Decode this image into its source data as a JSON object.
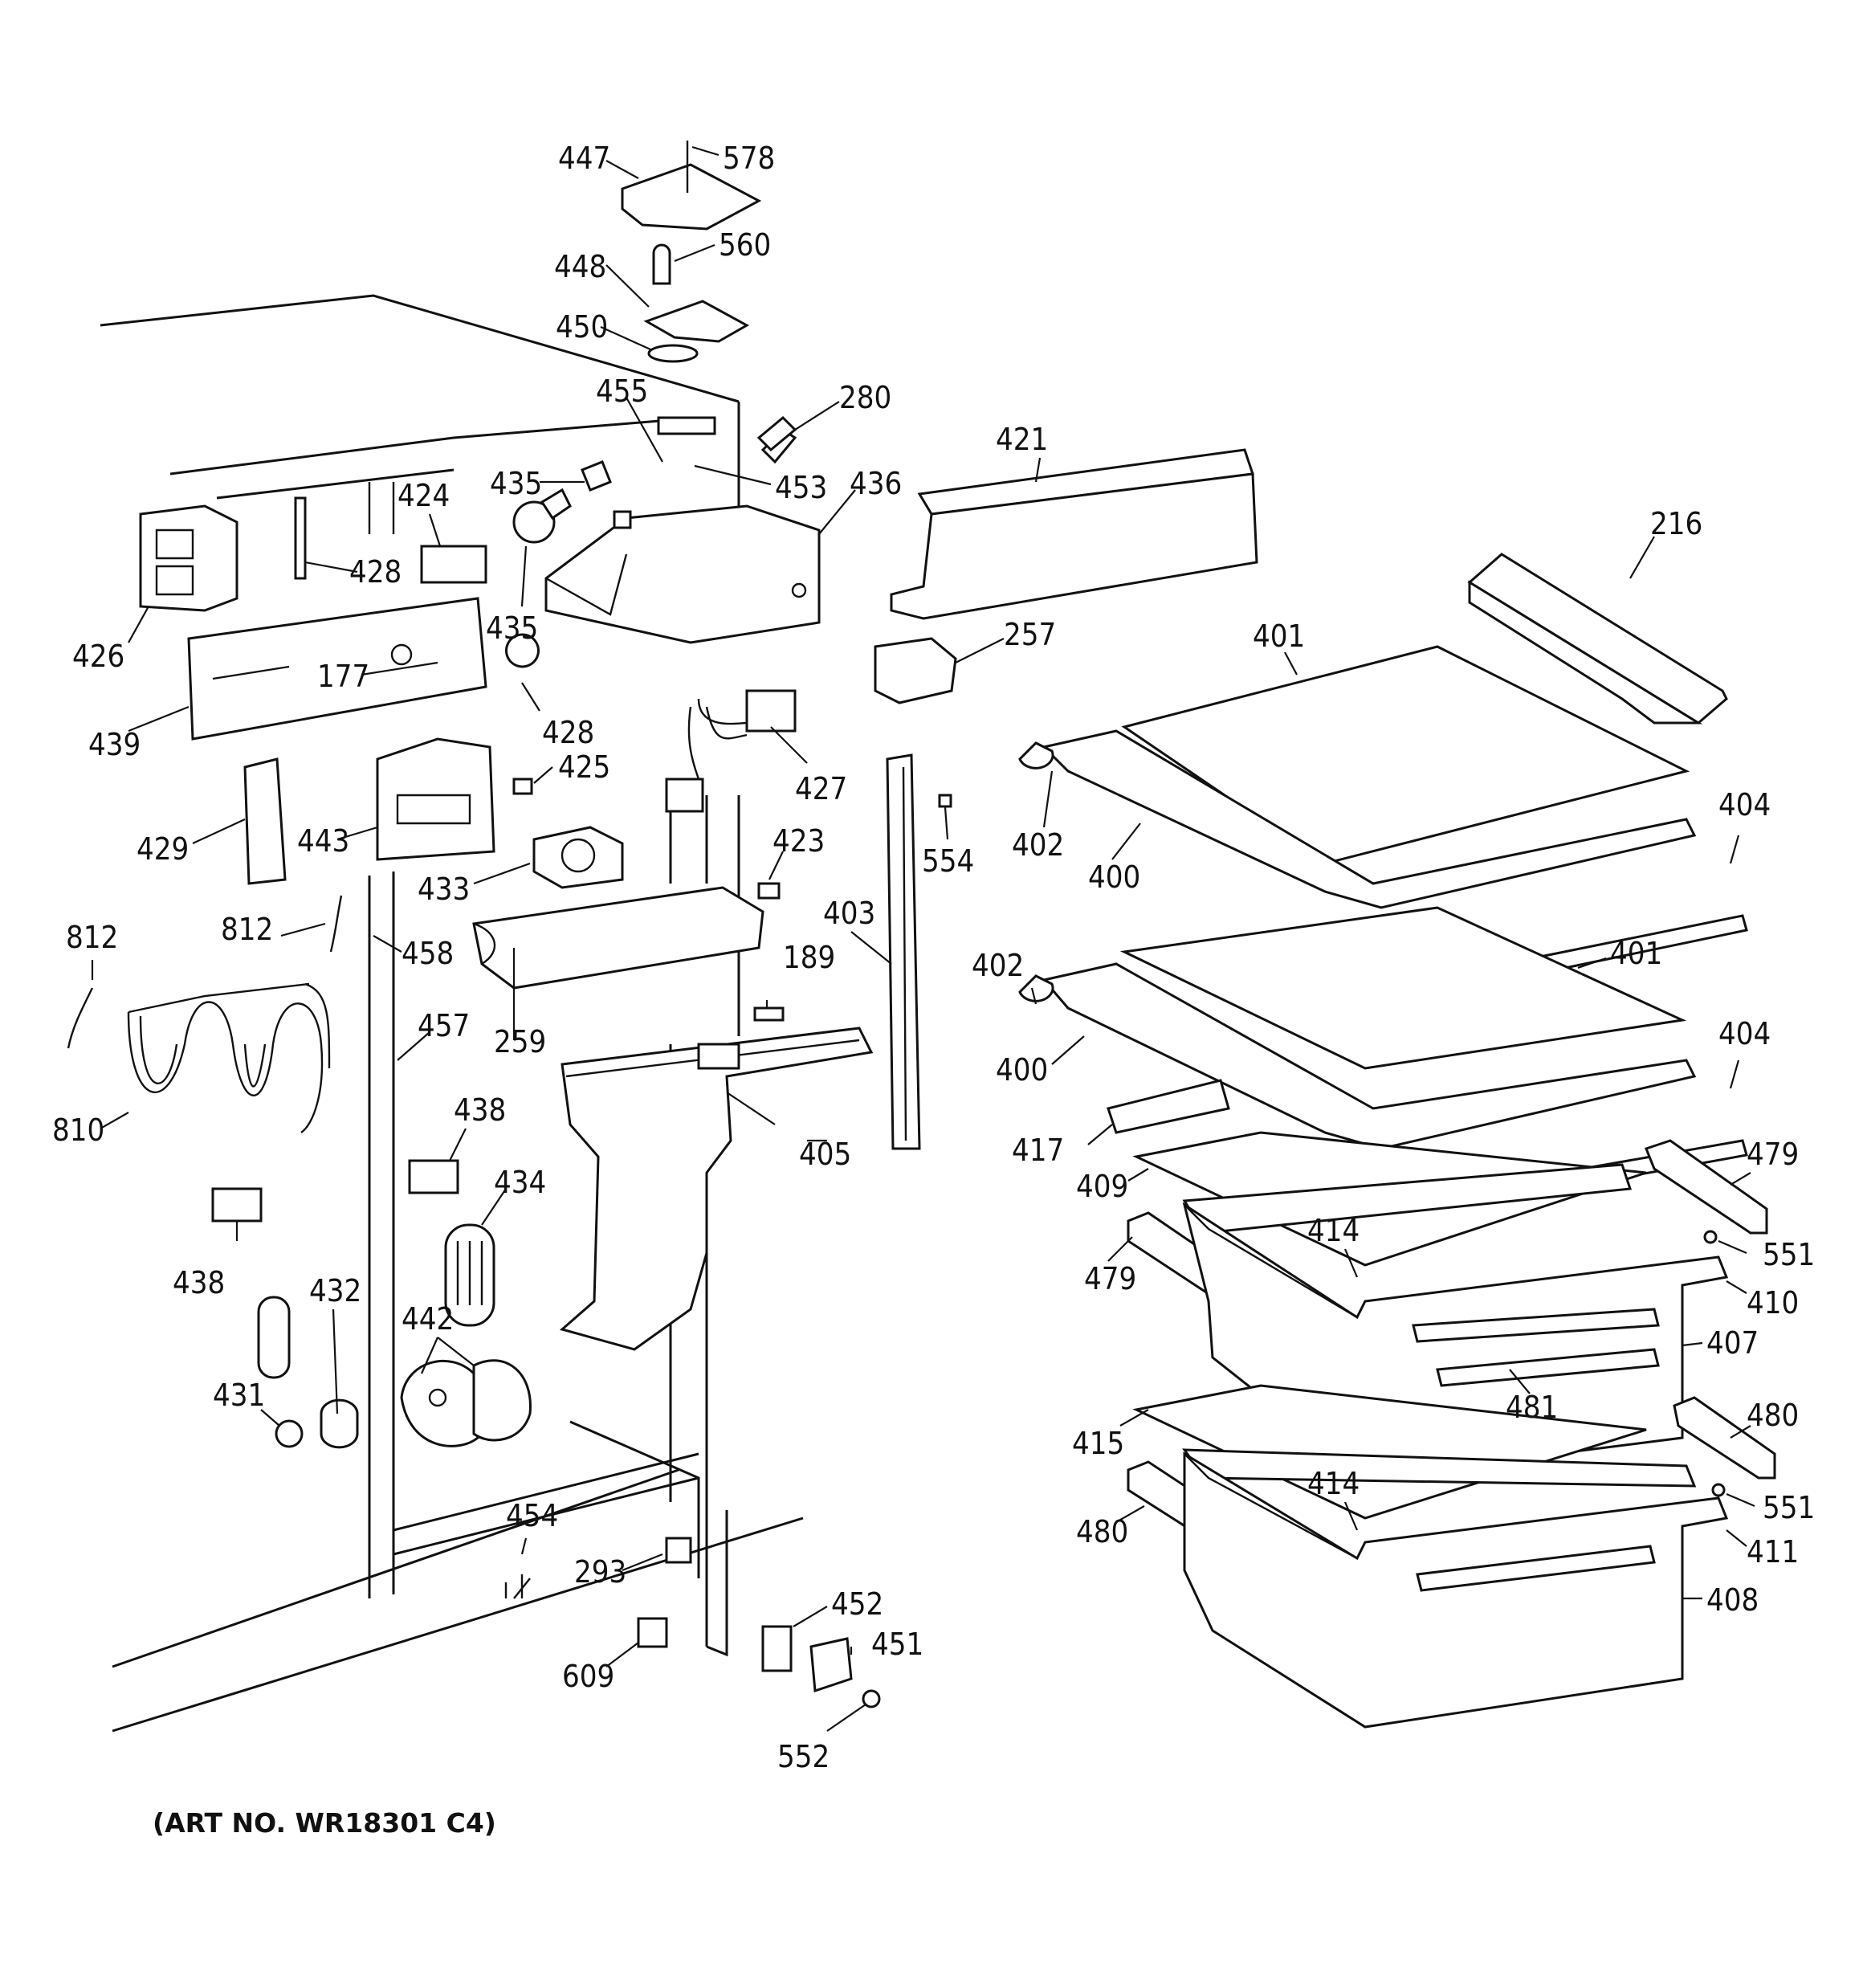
{
  "caption": "(ART NO. WR18301 C4)",
  "labels": [
    {
      "id": "l447",
      "text": "447"
    },
    {
      "id": "l578",
      "text": "578"
    },
    {
      "id": "l560",
      "text": "560"
    },
    {
      "id": "l448",
      "text": "448"
    },
    {
      "id": "l450",
      "text": "450"
    },
    {
      "id": "l455",
      "text": "455"
    },
    {
      "id": "l280",
      "text": "280"
    },
    {
      "id": "l453",
      "text": "453"
    },
    {
      "id": "l436",
      "text": "436"
    },
    {
      "id": "l435a",
      "text": "435"
    },
    {
      "id": "l435b",
      "text": "435"
    },
    {
      "id": "l424",
      "text": "424"
    },
    {
      "id": "l428a",
      "text": "428"
    },
    {
      "id": "l428b",
      "text": "428"
    },
    {
      "id": "l426",
      "text": "426"
    },
    {
      "id": "l177",
      "text": "177"
    },
    {
      "id": "l439",
      "text": "439"
    },
    {
      "id": "l425",
      "text": "425"
    },
    {
      "id": "l427",
      "text": "427"
    },
    {
      "id": "l429",
      "text": "429"
    },
    {
      "id": "l443",
      "text": "443"
    },
    {
      "id": "l433",
      "text": "433"
    },
    {
      "id": "l423",
      "text": "423"
    },
    {
      "id": "l421",
      "text": "421"
    },
    {
      "id": "l257",
      "text": "257"
    },
    {
      "id": "l554",
      "text": "554"
    },
    {
      "id": "l403",
      "text": "403"
    },
    {
      "id": "l216",
      "text": "216"
    },
    {
      "id": "l401a",
      "text": "401"
    },
    {
      "id": "l401b",
      "text": "401"
    },
    {
      "id": "l402a",
      "text": "402"
    },
    {
      "id": "l402b",
      "text": "402"
    },
    {
      "id": "l400a",
      "text": "400"
    },
    {
      "id": "l400b",
      "text": "400"
    },
    {
      "id": "l404a",
      "text": "404"
    },
    {
      "id": "l404b",
      "text": "404"
    },
    {
      "id": "l812a",
      "text": "812"
    },
    {
      "id": "l812b",
      "text": "812"
    },
    {
      "id": "l458",
      "text": "458"
    },
    {
      "id": "l457",
      "text": "457"
    },
    {
      "id": "l259",
      "text": "259"
    },
    {
      "id": "l189",
      "text": "189"
    },
    {
      "id": "l810",
      "text": "810"
    },
    {
      "id": "l438a",
      "text": "438"
    },
    {
      "id": "l438b",
      "text": "438"
    },
    {
      "id": "l434",
      "text": "434"
    },
    {
      "id": "l405",
      "text": "405"
    },
    {
      "id": "l417",
      "text": "417"
    },
    {
      "id": "l409",
      "text": "409"
    },
    {
      "id": "l479a",
      "text": "479"
    },
    {
      "id": "l479b",
      "text": "479"
    },
    {
      "id": "l414a",
      "text": "414"
    },
    {
      "id": "l414b",
      "text": "414"
    },
    {
      "id": "l551a",
      "text": "551"
    },
    {
      "id": "l551b",
      "text": "551"
    },
    {
      "id": "l410",
      "text": "410"
    },
    {
      "id": "l407",
      "text": "407"
    },
    {
      "id": "l481",
      "text": "481"
    },
    {
      "id": "l432",
      "text": "432"
    },
    {
      "id": "l442",
      "text": "442"
    },
    {
      "id": "l431",
      "text": "431"
    },
    {
      "id": "l415",
      "text": "415"
    },
    {
      "id": "l480a",
      "text": "480"
    },
    {
      "id": "l480b",
      "text": "480"
    },
    {
      "id": "l411",
      "text": "411"
    },
    {
      "id": "l408",
      "text": "408"
    },
    {
      "id": "l454",
      "text": "454"
    },
    {
      "id": "l293",
      "text": "293"
    },
    {
      "id": "l452",
      "text": "452"
    },
    {
      "id": "l451",
      "text": "451"
    },
    {
      "id": "l609",
      "text": "609"
    },
    {
      "id": "l552",
      "text": "552"
    }
  ]
}
